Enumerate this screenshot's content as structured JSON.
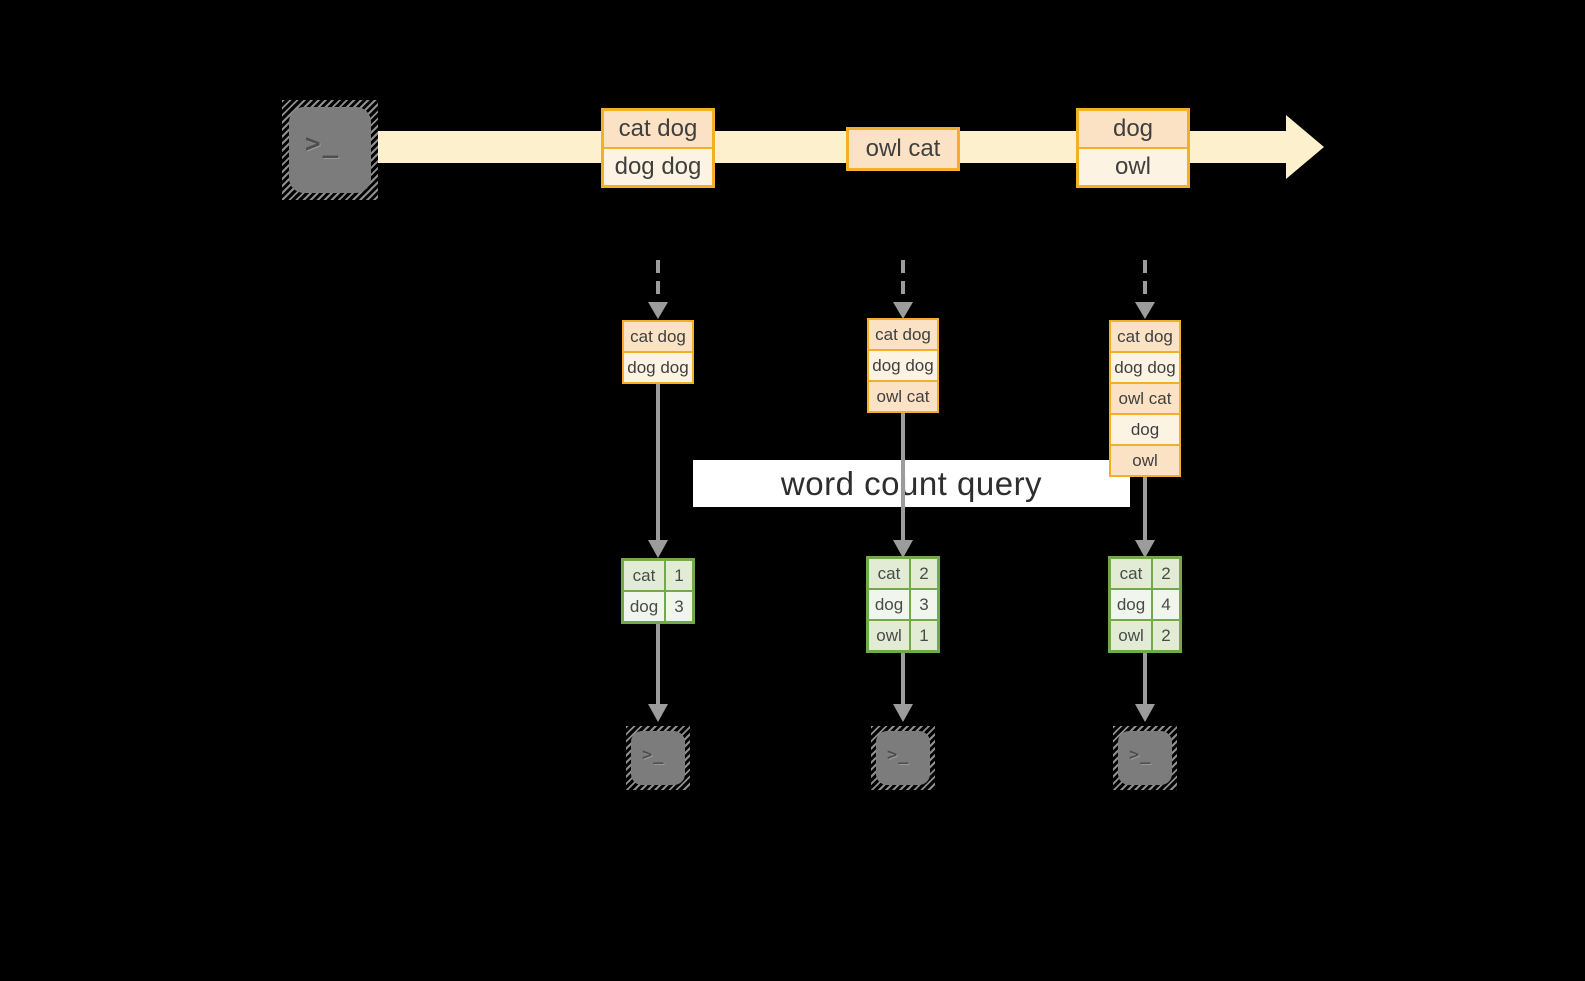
{
  "terminal": {
    "prompt": ">_"
  },
  "banner": {
    "label": "word count query"
  },
  "stream_batches": [
    {
      "items": [
        "cat dog",
        "dog dog"
      ]
    },
    {
      "items": [
        "owl cat"
      ]
    },
    {
      "items": [
        "dog",
        "owl"
      ]
    }
  ],
  "columns": [
    {
      "accumulated": [
        "cat dog",
        "dog dog"
      ],
      "counts": [
        {
          "word": "cat",
          "count": "1"
        },
        {
          "word": "dog",
          "count": "3"
        }
      ]
    },
    {
      "accumulated": [
        "cat dog",
        "dog dog",
        "owl cat"
      ],
      "counts": [
        {
          "word": "cat",
          "count": "2"
        },
        {
          "word": "dog",
          "count": "3"
        },
        {
          "word": "owl",
          "count": "1"
        }
      ]
    },
    {
      "accumulated": [
        "cat dog",
        "dog dog",
        "owl cat",
        "dog",
        "owl"
      ],
      "counts": [
        {
          "word": "cat",
          "count": "2"
        },
        {
          "word": "dog",
          "count": "4"
        },
        {
          "word": "owl",
          "count": "2"
        }
      ]
    }
  ],
  "colors": {
    "background": "#000000",
    "stream_band": "#FCF1CC",
    "orange_border": "#F2B124",
    "cell_peach": "#FBE2C4",
    "cell_cream": "#FDF3E3",
    "green_border": "#72A94A",
    "green_cell_dark": "#E2ECD5",
    "green_cell_light": "#F1F6EC",
    "arrow_gray": "#9C9C9C",
    "terminal_gray": "#7C7C7C",
    "banner_bg": "#FFFFFF",
    "text_dark": "#3F3F3F"
  }
}
